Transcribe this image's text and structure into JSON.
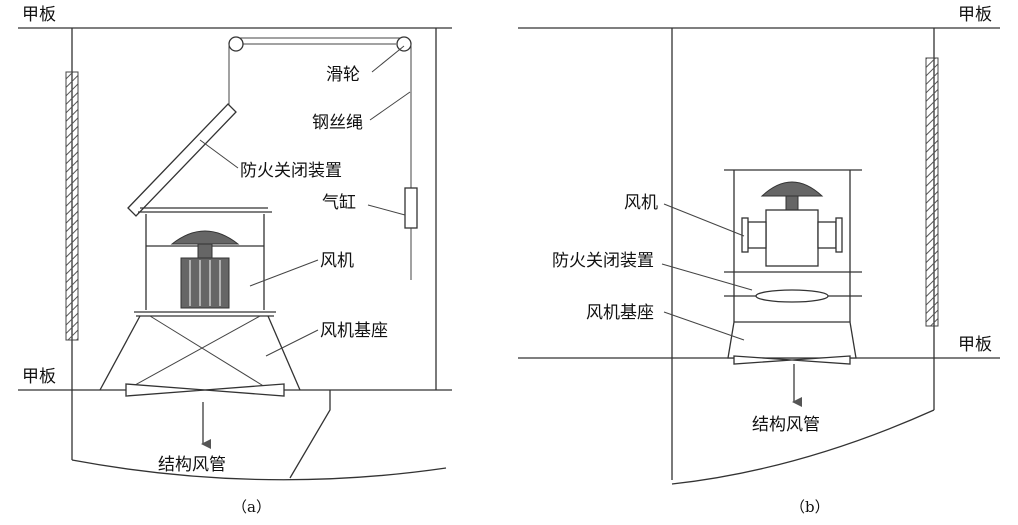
{
  "left": {
    "deck_top": "甲板",
    "deck_bottom": "甲板",
    "pulley": "滑轮",
    "wire_rope": "钢丝绳",
    "fire_damper": "防火关闭装置",
    "cylinder": "气缸",
    "fan": "风机",
    "fan_base": "风机基座",
    "duct": "结构风管",
    "caption": "（a）"
  },
  "right": {
    "deck_top": "甲板",
    "deck_bottom": "甲板",
    "fan": "风机",
    "fire_damper": "防火关闭装置",
    "fan_base": "风机基座",
    "duct": "结构风管",
    "caption": "（b）"
  }
}
